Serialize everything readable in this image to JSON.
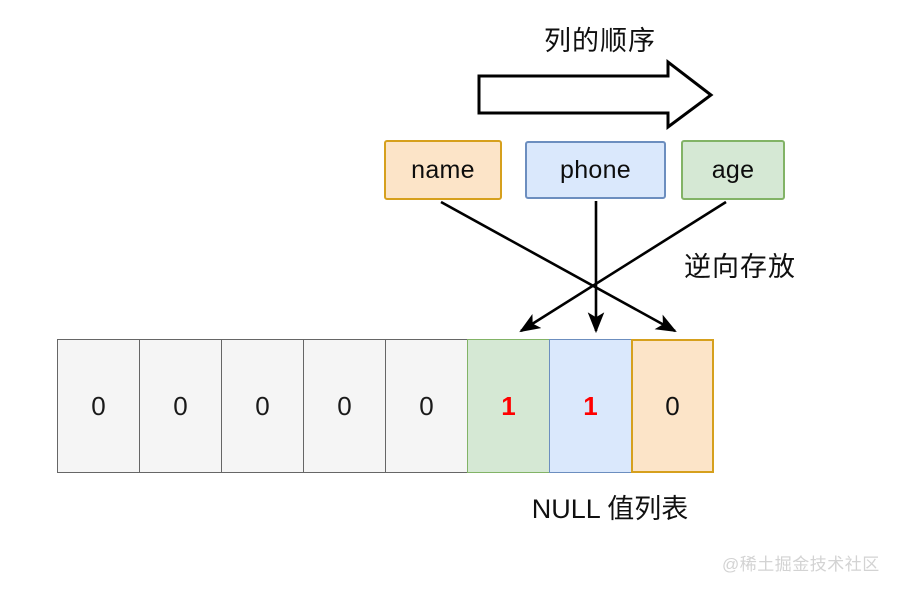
{
  "diagram": {
    "title": "列的顺序",
    "direction_arrow_icon": "block-arrow-right-icon",
    "reverse_note": "逆向存放",
    "caption": "NULL 值列表",
    "watermark": "@稀土掘金技术社区"
  },
  "columns": [
    {
      "label": "name",
      "fill": "#fce4c8",
      "border": "#d6a01d",
      "target_cell_index": 7
    },
    {
      "label": "phone",
      "fill": "#dae8fc",
      "border": "#6c8ebf",
      "target_cell_index": 6
    },
    {
      "label": "age",
      "fill": "#d5e8d4",
      "border": "#82b366",
      "target_cell_index": 5
    }
  ],
  "null_bitmap": {
    "cells": [
      {
        "value": "0",
        "style": "plain"
      },
      {
        "value": "0",
        "style": "plain"
      },
      {
        "value": "0",
        "style": "plain"
      },
      {
        "value": "0",
        "style": "plain"
      },
      {
        "value": "0",
        "style": "plain"
      },
      {
        "value": "1",
        "style": "green"
      },
      {
        "value": "1",
        "style": "blue"
      },
      {
        "value": "0",
        "style": "orange"
      }
    ]
  },
  "colors": {
    "orange_fill": "#fce4c8",
    "orange_border": "#d6a01d",
    "blue_fill": "#dae8fc",
    "blue_border": "#6c8ebf",
    "green_fill": "#d5e8d4",
    "green_border": "#82b366",
    "plain_fill": "#f5f5f5",
    "plain_border": "#666666",
    "flag_set_text": "#ff0000",
    "line": "#000000",
    "watermark": "#d3d3d3"
  }
}
